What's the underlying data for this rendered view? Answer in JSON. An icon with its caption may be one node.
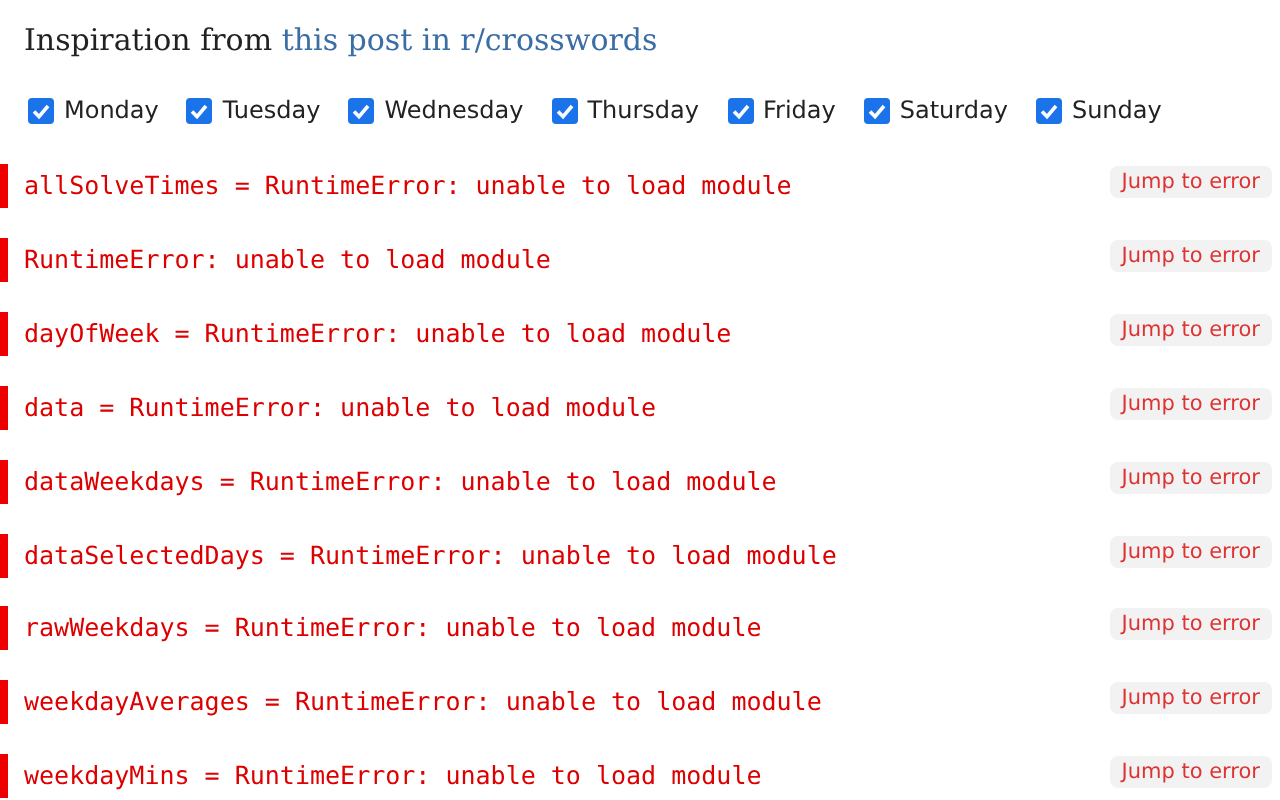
{
  "diagram": {
    "labels": [
      "Inspiration from",
      "this post in r/crosswords",
      "Monday",
      "Tuesday",
      "Wednesday",
      "Thursday",
      "Friday",
      "Saturday",
      "Sunday",
      "allSolveTimes = RuntimeError: unable to load module",
      "Jump to error",
      "RuntimeError: unable to load module",
      "Jump to error",
      "dayOfWeek = RuntimeError: unable to load module",
      "Jump to error",
      "data = RuntimeError: unable to load module",
      "Jump to error",
      "dataWeekdays = RuntimeError: unable to load module",
      "Jump to error",
      "dataSelectedDays = RuntimeError: unable to load module",
      "Jump to error",
      "rawWeekdays = RuntimeError: unable to load module",
      "Jump to error",
      "weekdayAverages = RuntimeError: unable to load module",
      "Jump to error",
      "weekdayMins = RuntimeError: unable to load module",
      "Jump to error"
    ]
  }
}
